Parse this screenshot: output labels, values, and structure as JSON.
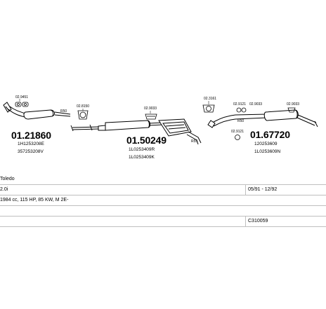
{
  "diagram": {
    "parts": [
      {
        "code": "01.21860",
        "refs": [
          "1H1253208E",
          "357253208V"
        ]
      },
      {
        "code": "01.50249",
        "refs": [
          "1L0253409R",
          "1L0253409K"
        ]
      },
      {
        "code": "01.67720",
        "refs": [
          "120253609",
          "1L0253609N"
        ]
      }
    ],
    "accessories": {
      "a1": "02.9451",
      "a2": "02.8150",
      "a3": "02.9033",
      "a4": "02.3161",
      "a5": "02.9121",
      "a6": "02.9033",
      "a7": "02.9033",
      "a8": "02.9121"
    },
    "pipe_markers": [
      "R50",
      "R50",
      "R55"
    ]
  },
  "info": {
    "model": "Toledo",
    "engine": "2.0i",
    "period": "05/91 - 12/92",
    "specs": "1984 cc, 115 HP, 85 KW, M 2E-",
    "blank": "",
    "catalog_code": "C310059"
  }
}
